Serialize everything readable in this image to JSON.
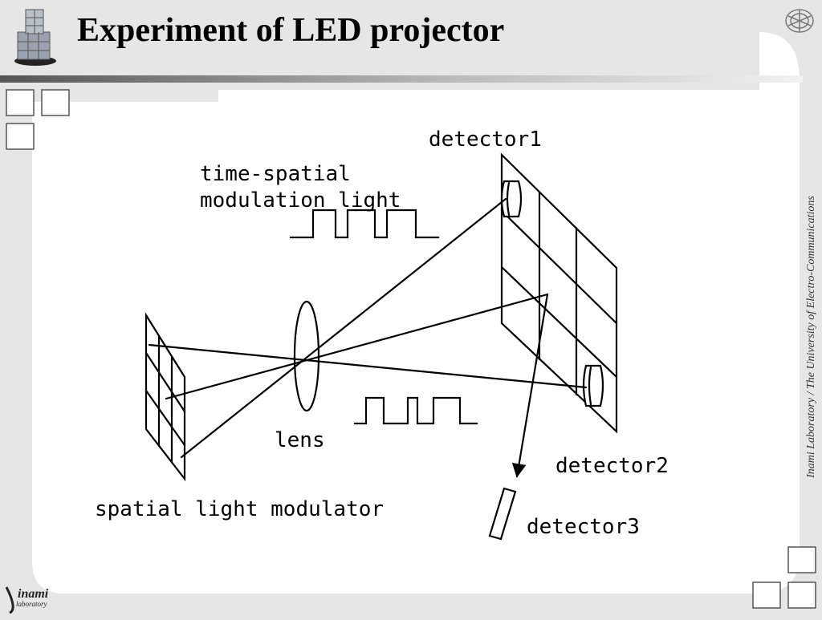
{
  "slide": {
    "title": "Experiment of LED projector",
    "side_caption": "Inami Laboratory / The University of Electro-Communications",
    "logo_text_top": "inami",
    "logo_text_bottom": "laboratory"
  },
  "diagram": {
    "labels": {
      "detector1": "detector1",
      "time_spatial_line1": "time-spatial",
      "time_spatial_line2": "modulation light",
      "lens": "lens",
      "detector2": "detector2",
      "slm": "spatial light modulator",
      "detector3": "detector3"
    }
  },
  "colors": {
    "background": "#e6e6e6",
    "content": "#ffffff",
    "ink": "#000000"
  }
}
